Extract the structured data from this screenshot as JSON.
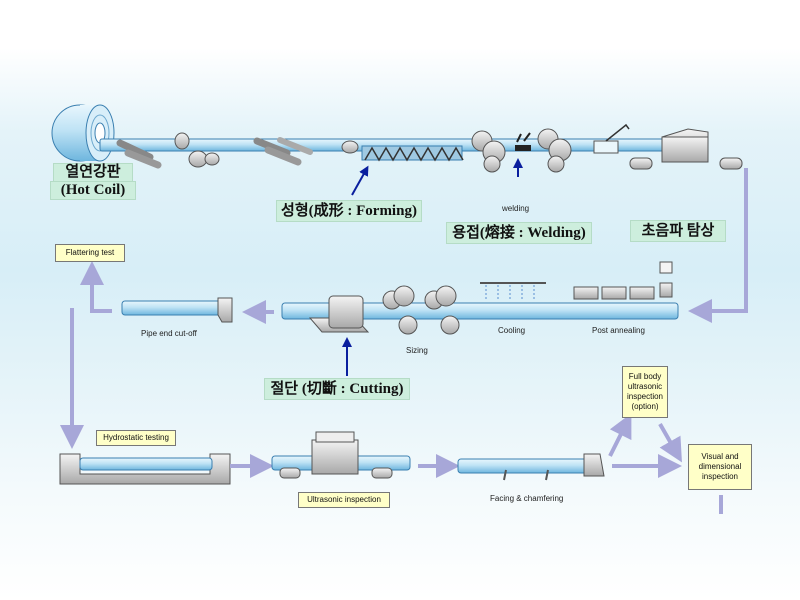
{
  "labels": {
    "hot_coil_kr": "열연강판",
    "hot_coil_en": "(Hot Coil)",
    "forming": "성형(成形 : Forming)",
    "welding_small": "welding",
    "welding": "용접(熔接 : Welding)",
    "ultrasonic_kr": "초음파 탐상",
    "flattering_test": "Flattering test",
    "pipe_end_cutoff": "Pipe end cut-off",
    "sizing": "Sizing",
    "cooling": "Cooling",
    "post_annealing": "Post annealing",
    "cutting": "절단 (切斷 : Cutting)",
    "full_body": "Full body ultrasonic inspection (option)",
    "hydrostatic": "Hydrostatic testing",
    "ultrasonic_inspection": "Ultrasonic inspection",
    "facing": "Facing & chamfering",
    "visual": "Visual and dimensional inspection"
  },
  "colors": {
    "pipe": "#bfe3f5",
    "pipe_outline": "#3a7fb0",
    "flow_arrow": "#a7a7d8",
    "pointer_arrow": "#0a1f9e",
    "tag_fill": "#cdeedd",
    "box_fill": "#ffffc8"
  }
}
